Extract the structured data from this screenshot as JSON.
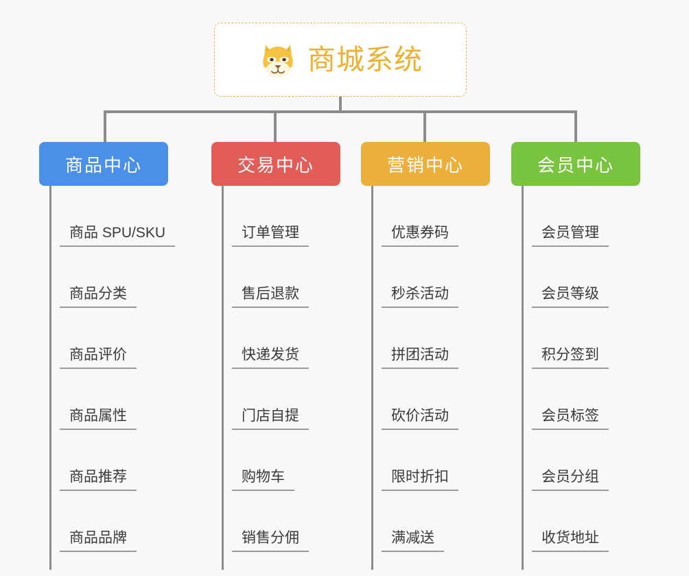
{
  "background_color": "#f8f8f8",
  "root": {
    "title": "商城系统",
    "icon": "shiba-dog-face-icon",
    "border_color": "#e8b552",
    "title_color": "#f0b02f",
    "background_color": "#ffffff"
  },
  "connector_color": "#8c8c8c",
  "leaf_text_color": "#3a3a3a",
  "leaf_underline_color": "#9a9a9a",
  "columns": [
    {
      "title": "商品中心",
      "color": "#4a90e8",
      "items": [
        "商品 SPU/SKU",
        "商品分类",
        "商品评价",
        "商品属性",
        "商品推荐",
        "商品品牌"
      ]
    },
    {
      "title": "交易中心",
      "color": "#e25c58",
      "items": [
        "订单管理",
        "售后退款",
        "快递发货",
        "门店自提",
        "购物车",
        "销售分佣"
      ]
    },
    {
      "title": "营销中心",
      "color": "#edaf3c",
      "items": [
        "优惠券码",
        "秒杀活动",
        "拼团活动",
        "砍价活动",
        "限时折扣",
        "满减送"
      ]
    },
    {
      "title": "会员中心",
      "color": "#79c43f",
      "items": [
        "会员管理",
        "会员等级",
        "积分签到",
        "会员标签",
        "会员分组",
        "收货地址"
      ]
    }
  ]
}
